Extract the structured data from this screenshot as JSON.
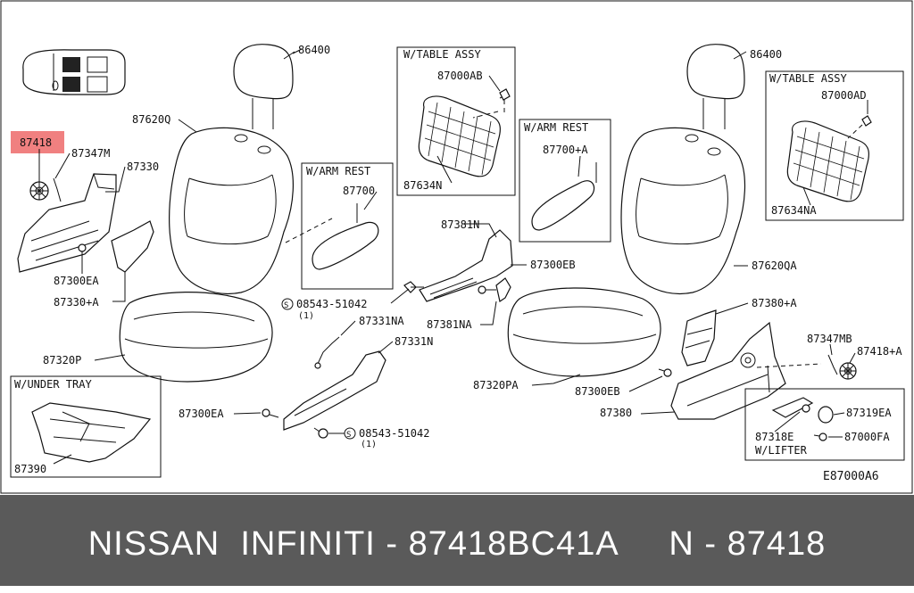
{
  "diagram": {
    "highlight_color": "#f08080",
    "footer_color": "#5a5a5a",
    "doc_code": "E87000A6",
    "labels": {
      "p87418": "87418",
      "p87347M": "87347M",
      "p87330": "87330",
      "p87300EA_left": "87300EA",
      "p87330A": "87330+A",
      "p87620Q": "87620Q",
      "p86400_left": "86400",
      "p87320P": "87320P",
      "p87700": "87700",
      "p08543_1": "08543-51042",
      "p08543_1_qty": "(1)",
      "p87381N": "87381N",
      "p87300EB": "87300EB",
      "p87381NA": "87381NA",
      "p87331NA": "87331NA",
      "p87331N": "87331N",
      "p87300EA_mid": "87300EA",
      "p08543_2": "08543-51042",
      "p08543_2_qty": "(1)",
      "p87390": "87390",
      "p87000AB": "87000AB",
      "p87634N": "87634N",
      "p87700A": "87700+A",
      "p86400_right": "86400",
      "p87000AD": "87000AD",
      "p87634NA": "87634NA",
      "p87620QA": "87620QA",
      "p87380A": "87380+A",
      "p87347MB": "87347MB",
      "p87418A": "87418+A",
      "p87320PA": "87320PA",
      "p87300EB_right": "87300EB",
      "p87380": "87380",
      "p87319EA": "87319EA",
      "p87318E": "87318E",
      "p87000FA": "87000FA"
    },
    "boxes": {
      "table_left": "W/TABLE ASSY",
      "armrest_left": "W/ARM REST",
      "armrest_right": "W/ARM REST",
      "table_right": "W/TABLE ASSY",
      "under_tray": "W/UNDER TRAY",
      "lifter": "W/LIFTER"
    }
  },
  "footer": {
    "text": "NISSAN  INFINITI - 87418BC41A     N - 87418"
  }
}
